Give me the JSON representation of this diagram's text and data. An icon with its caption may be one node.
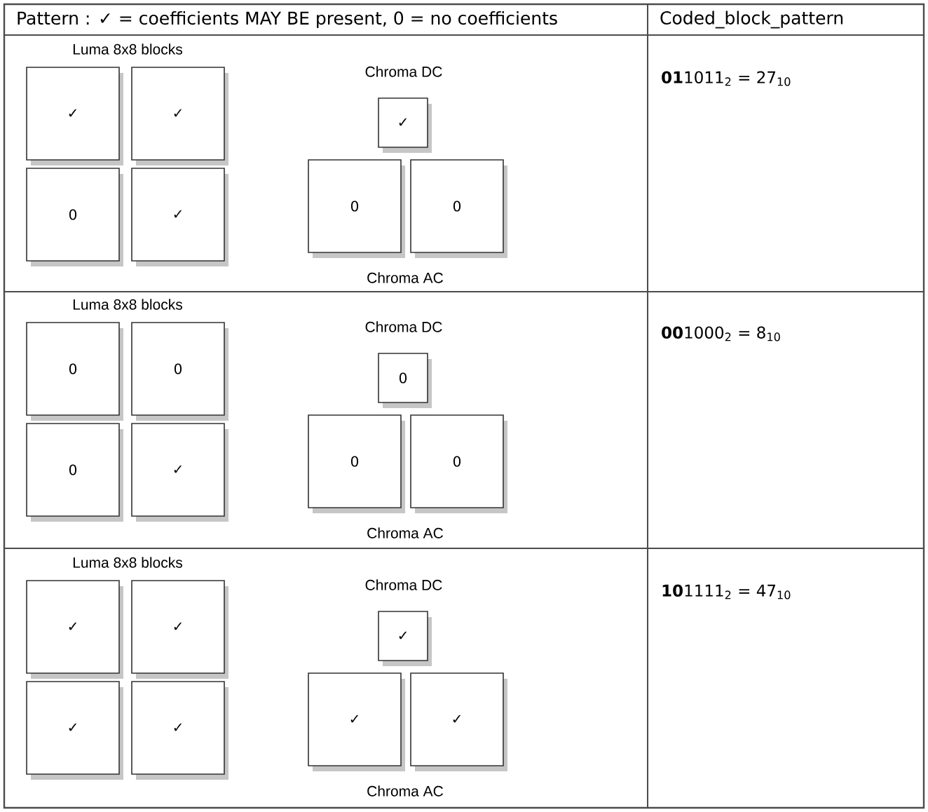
{
  "diagram": {
    "nodes": [
      {
        "text": [
          "✓"
        ]
      },
      {
        "text": [
          "✓"
        ]
      },
      {
        "text": [
          "0"
        ]
      },
      {
        "text": [
          "✓"
        ]
      },
      {
        "text": [
          "✓"
        ]
      },
      {
        "text": [
          "0"
        ]
      },
      {
        "text": [
          "0"
        ]
      },
      {
        "text": [
          "0"
        ]
      },
      {
        "text": [
          "0"
        ]
      },
      {
        "text": [
          "0"
        ]
      },
      {
        "text": [
          "✓"
        ]
      },
      {
        "text": [
          "0"
        ]
      },
      {
        "text": [
          "0"
        ]
      },
      {
        "text": [
          "0"
        ]
      },
      {
        "text": [
          "✓"
        ]
      },
      {
        "text": [
          "✓"
        ]
      },
      {
        "text": [
          "✓"
        ]
      },
      {
        "text": [
          "✓"
        ]
      },
      {
        "text": [
          "✓"
        ]
      },
      {
        "text": [
          "✓"
        ]
      },
      {
        "text": [
          "✓"
        ]
      }
    ],
    "labels": [
      "Pattern : ✓ = coefficients MAY BE present, 0 = no coefficients",
      "Coded_block_pattern",
      "Luma 8x8 blocks",
      "Chroma DC",
      "Chroma AC",
      "**01**1011$_{2}$ = 27$_{10}$",
      "Luma 8x8 blocks",
      "Chroma DC",
      "Chroma AC",
      "**00**1000$_{2}$ = 8$_{10}$",
      "Luma 8x8 blocks",
      "Chroma DC",
      "Chroma AC",
      "**10**1111$_{2}$ = 47$_{10}$"
    ]
  }
}
